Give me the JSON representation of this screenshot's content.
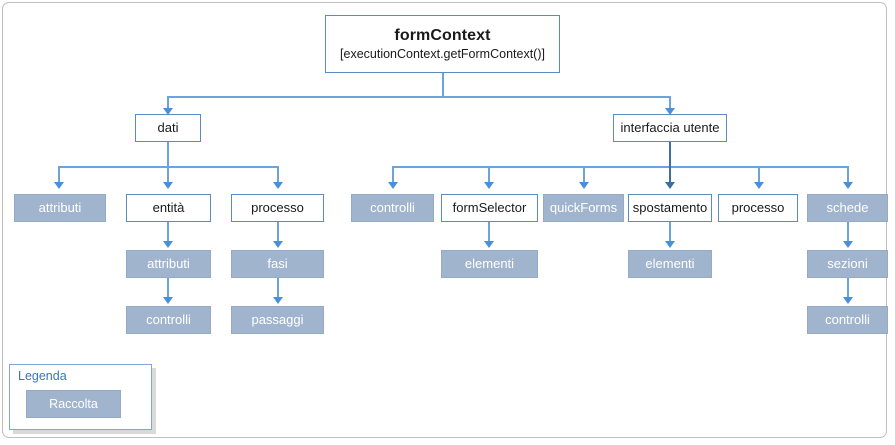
{
  "diagram": {
    "root": {
      "title": "formContext",
      "subtitle": "[executionContext.getFormContext()]"
    },
    "level2": [
      {
        "label": "dati"
      },
      {
        "label": "interfaccia utente"
      }
    ],
    "dati_children": [
      {
        "label": "attributi",
        "style": "filled"
      },
      {
        "label": "entità",
        "style": "outline"
      },
      {
        "label": "processo",
        "style": "outline"
      }
    ],
    "ui_children": [
      {
        "label": "controlli",
        "style": "filled"
      },
      {
        "label": "formSelector",
        "style": "outline"
      },
      {
        "label": "quickForms",
        "style": "filled"
      },
      {
        "label": "spostamento",
        "style": "outline"
      },
      {
        "label": "processo",
        "style": "outline"
      },
      {
        "label": "schede",
        "style": "filled"
      }
    ],
    "entita_chain": [
      {
        "label": "attributi",
        "style": "filled"
      },
      {
        "label": "controlli",
        "style": "filled"
      }
    ],
    "processo_chain": [
      {
        "label": "fasi",
        "style": "filled"
      },
      {
        "label": "passaggi",
        "style": "filled"
      }
    ],
    "formselector_child": {
      "label": "elementi",
      "style": "filled"
    },
    "spostamento_child": {
      "label": "elementi",
      "style": "filled"
    },
    "schede_chain": [
      {
        "label": "sezioni",
        "style": "filled"
      },
      {
        "label": "controlli",
        "style": "filled"
      }
    ]
  },
  "legend": {
    "title": "Legenda",
    "swatch_label": "Raccolta"
  },
  "colors": {
    "collection_fill": "#a0b4cd",
    "node_border": "#5b8cc0",
    "connector": "#6ba3dd",
    "connector_dark": "#3f6f9f",
    "legend_title": "#3d74b8",
    "frame": "#bfbfbf"
  }
}
